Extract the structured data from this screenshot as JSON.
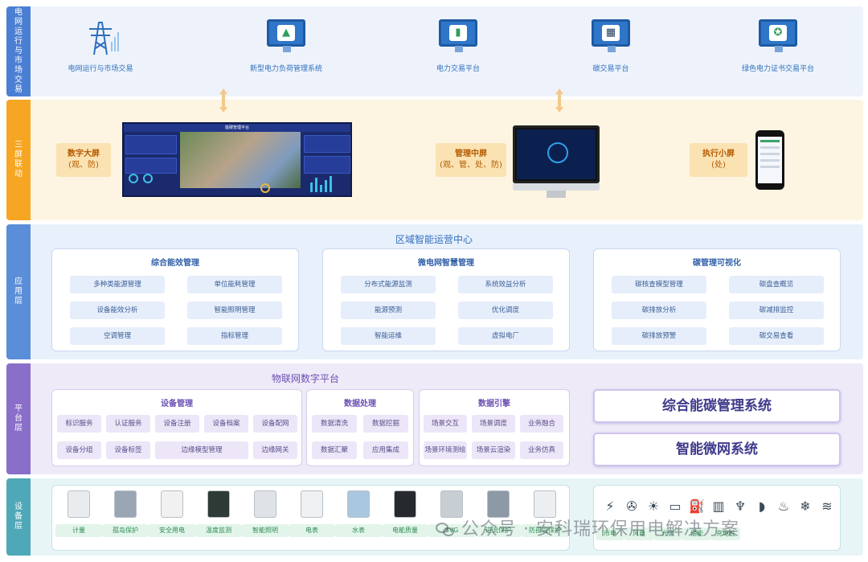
{
  "layers": {
    "grid": {
      "label": [
        "电",
        "网",
        "运",
        "行",
        "与",
        "市",
        "场",
        "交",
        "易"
      ]
    },
    "screens": {
      "label": [
        "三",
        "屏",
        "联",
        "动"
      ]
    },
    "app": {
      "label": [
        "应",
        "用",
        "层"
      ]
    },
    "platform": {
      "label": [
        "平",
        "台",
        "层"
      ]
    },
    "device": {
      "label": [
        "设",
        "备",
        "层"
      ]
    }
  },
  "grid_items": [
    {
      "label": "电网运行与市场交易",
      "icon": "transmission-tower-icon"
    },
    {
      "label": "新型电力负荷管理系统",
      "icon": "monitor-chart-icon"
    },
    {
      "label": "电力交易平台",
      "icon": "monitor-battery-icon"
    },
    {
      "label": "碳交易平台",
      "icon": "monitor-factory-icon"
    },
    {
      "label": "绿色电力证书交易平台",
      "icon": "monitor-certificate-icon"
    }
  ],
  "screens": {
    "big": {
      "title": "数字大屏",
      "sub": "(观、防)",
      "dashboard_title": "能碳管理平台"
    },
    "mid": {
      "title": "管理中屏",
      "sub": "(观、管、处、防)"
    },
    "small": {
      "title": "执行小屏",
      "sub": "(处)"
    }
  },
  "app_layer": {
    "title": "区域智能运营中心",
    "groups": [
      {
        "title": "综合能效管理",
        "items": [
          "多种类能源管理",
          "单位能耗管理",
          "设备能效分析",
          "智能照明管理",
          "空调管理",
          "指标管理"
        ]
      },
      {
        "title": "微电网智慧管理",
        "items": [
          "分布式能源监测",
          "系统效益分析",
          "能源预测",
          "优化调度",
          "智能运维",
          "虚拟电厂"
        ]
      },
      {
        "title": "碳管理可视化",
        "items": [
          "碳核查模型管理",
          "碳盘查概览",
          "碳排放分析",
          "碳减排监控",
          "碳排放预警",
          "碳交易查看"
        ]
      }
    ]
  },
  "platform_layer": {
    "title": "物联网数字平台",
    "device_mgmt": {
      "title": "设备管理",
      "items": [
        "标识服务",
        "认证服务",
        "设备注册",
        "设备档案",
        "设备配网",
        "设备分组",
        "设备标签",
        "边缘模型管理",
        "边缘网关"
      ]
    },
    "data_proc": {
      "title": "数据处理",
      "items": [
        "数据清洗",
        "数据挖掘",
        "数据汇聚",
        "应用集成"
      ]
    },
    "data_engine": {
      "title": "数据引擎",
      "items": [
        "场景交互",
        "场景调度",
        "业务融合",
        "场景环境测绘",
        "场景云渲染",
        "业务仿真"
      ]
    },
    "systems": [
      "综合能碳管理系统",
      "智能微网系统"
    ]
  },
  "device_layer": {
    "devices": [
      {
        "label": "计量",
        "color": "#e9ecef"
      },
      {
        "label": "孤岛保护",
        "color": "#9aa6b4"
      },
      {
        "label": "安全用电",
        "color": "#f1f1f1"
      },
      {
        "label": "温度监测",
        "color": "#2e3a36"
      },
      {
        "label": "智能照明",
        "color": "#dfe3e7"
      },
      {
        "label": "电表",
        "color": "#eef0f2"
      },
      {
        "label": "水表",
        "color": "#a9c7de"
      },
      {
        "label": "电能质量",
        "color": "#262a2e"
      },
      {
        "label": "SVG",
        "color": "#c9ced3"
      },
      {
        "label": "逆流保护",
        "color": "#8d99a7"
      },
      {
        "label": "防孤岛保护",
        "color": "#eceff1"
      }
    ],
    "energy": [
      {
        "label": "市电",
        "icon": "tower-icon",
        "glyph": "⚡"
      },
      {
        "label": "风电",
        "icon": "wind-turbine-icon",
        "glyph": "✇"
      },
      {
        "label": "光伏",
        "icon": "solar-panel-icon",
        "glyph": "☀"
      },
      {
        "label": "储能",
        "icon": "battery-icon",
        "glyph": "▭"
      },
      {
        "label": "充电桩",
        "icon": "charger-icon",
        "glyph": "⛽"
      },
      {
        "label": "",
        "icon": "factory-icon",
        "glyph": "▥"
      },
      {
        "label": "",
        "icon": "pylon-icon",
        "glyph": "♆"
      },
      {
        "label": "",
        "icon": "water-drop-icon",
        "glyph": "◗"
      },
      {
        "label": "",
        "icon": "gas-flame-icon",
        "glyph": "♨"
      },
      {
        "label": "",
        "icon": "snowflake-icon",
        "glyph": "❄"
      },
      {
        "label": "",
        "icon": "heating-icon",
        "glyph": "≋"
      }
    ]
  },
  "watermark": "公众号 · 安科瑞环保用电解决方案"
}
